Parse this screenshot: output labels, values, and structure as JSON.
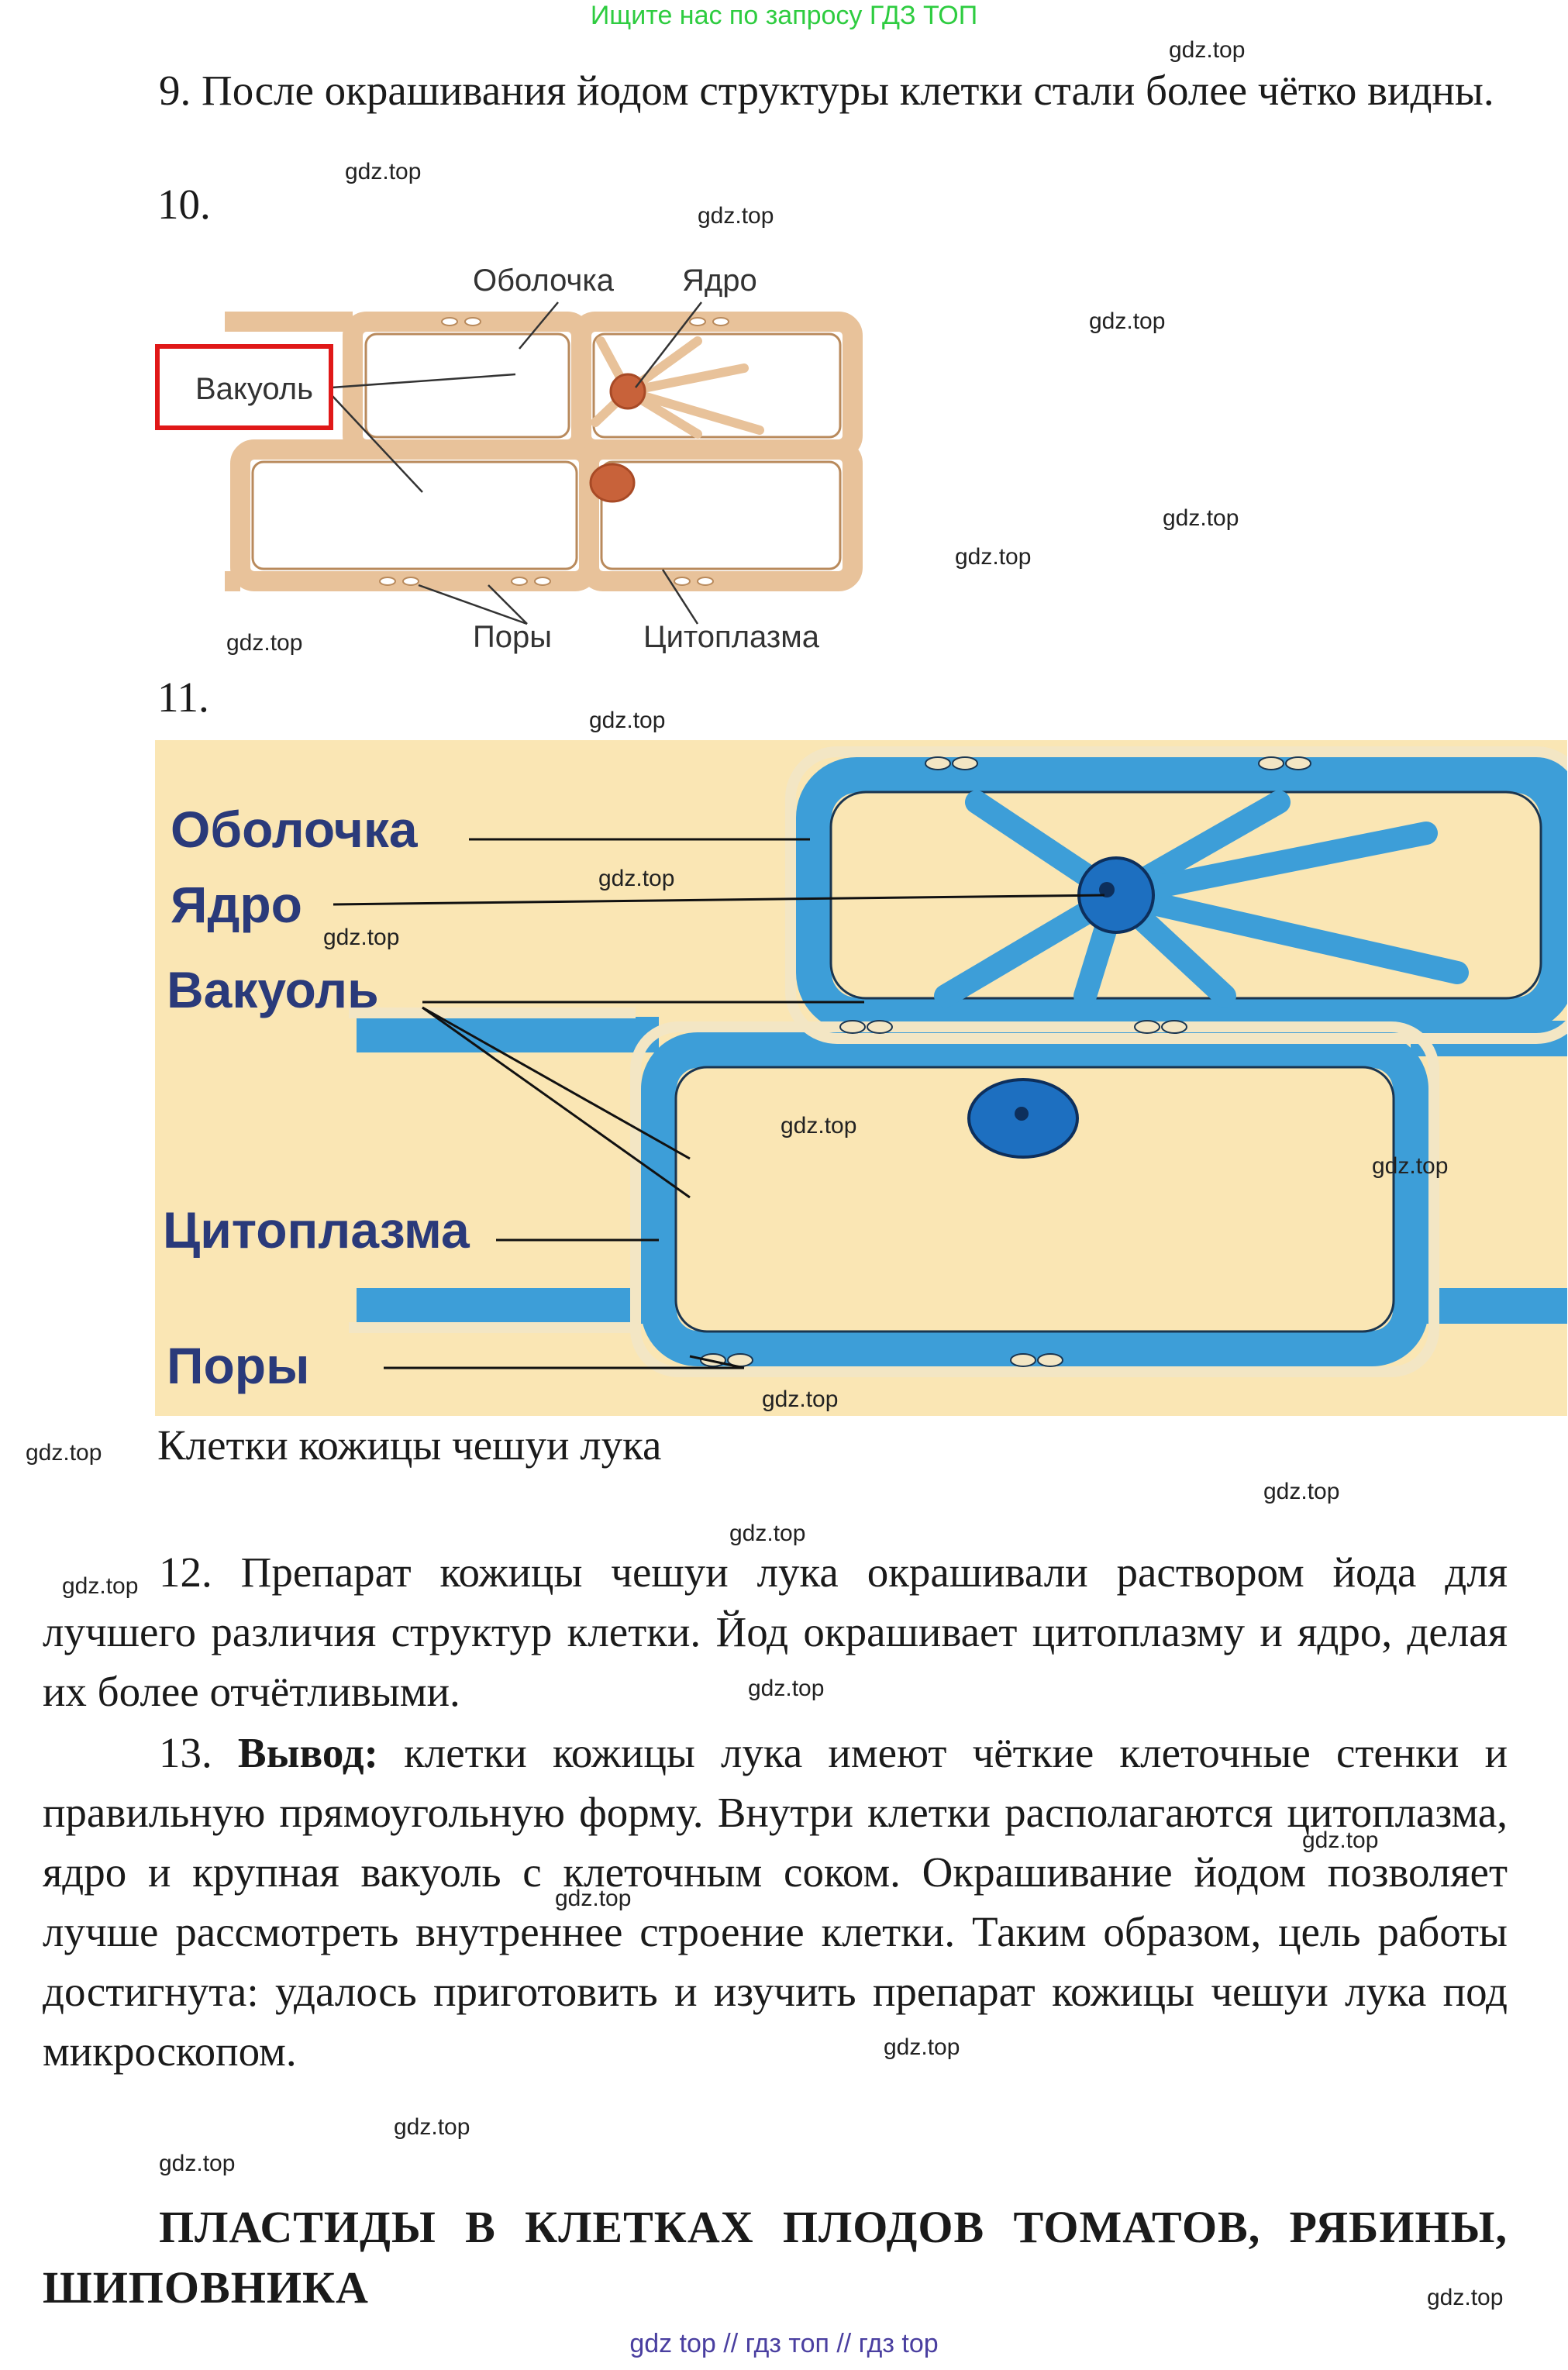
{
  "banner": "Ищите нас по запросу ГДЗ ТОП",
  "watermark": "gdz.top",
  "item9": "9. После окрашивания йодом структуры клетки стали более чётко видны.",
  "item10_number": "10.",
  "item11_number": "11.",
  "figure10": {
    "labels": {
      "membrane": "Оболочка",
      "nucleus": "Ядро",
      "vacuole": "Вакуоль",
      "pores": "Поры",
      "cytoplasm": "Цитоплазма"
    }
  },
  "figure11": {
    "labels": {
      "membrane": "Оболочка",
      "nucleus": "Ядро",
      "vacuole": "Вакуоль",
      "cytoplasm": "Цитоплазма",
      "pores": "Поры"
    },
    "caption": "Клетки кожицы чешуи лука"
  },
  "item12": "12. Препарат кожицы чешуи лука окрашивали раствором йода для лучшего различия структур клетки. Йод окрашивает цитоплазму и ядро, делая их более отчётливыми.",
  "item13_num": "13.",
  "item13_bold": "Вывод:",
  "item13_text": "клетки кожицы лука имеют чёткие клеточные стенки и правильную прямоугольную форму. Внутри клетки располагаются цитоплазма, ядро и крупная вакуоль с клеточным соком. Окрашивание йодом позволяет лучше рассмотреть внутреннее строение клетки. Таким образом, цель работы достигнута: удалось приготовить и изучить препарат кожицы чешуи лука под микроскопом.",
  "heading": "ПЛАСТИДЫ В КЛЕТКАХ ПЛОДОВ ТОМАТОВ, РЯБИНЫ, ШИПОВНИКА",
  "footer": "gdz top // гдз топ // гдз top",
  "colors": {
    "banner": "#2ecc40",
    "footer": "#4a3fa0",
    "fig10_wall": "#e8c29a",
    "fig10_cell": "#faf6ef",
    "fig10_nucleus": "#c8623a",
    "fig11_bg": "#fae6b4",
    "fig11_blue": "#3d9ed8",
    "fig11_wall": "#f3e6c4",
    "highlight_box": "#e01818"
  }
}
